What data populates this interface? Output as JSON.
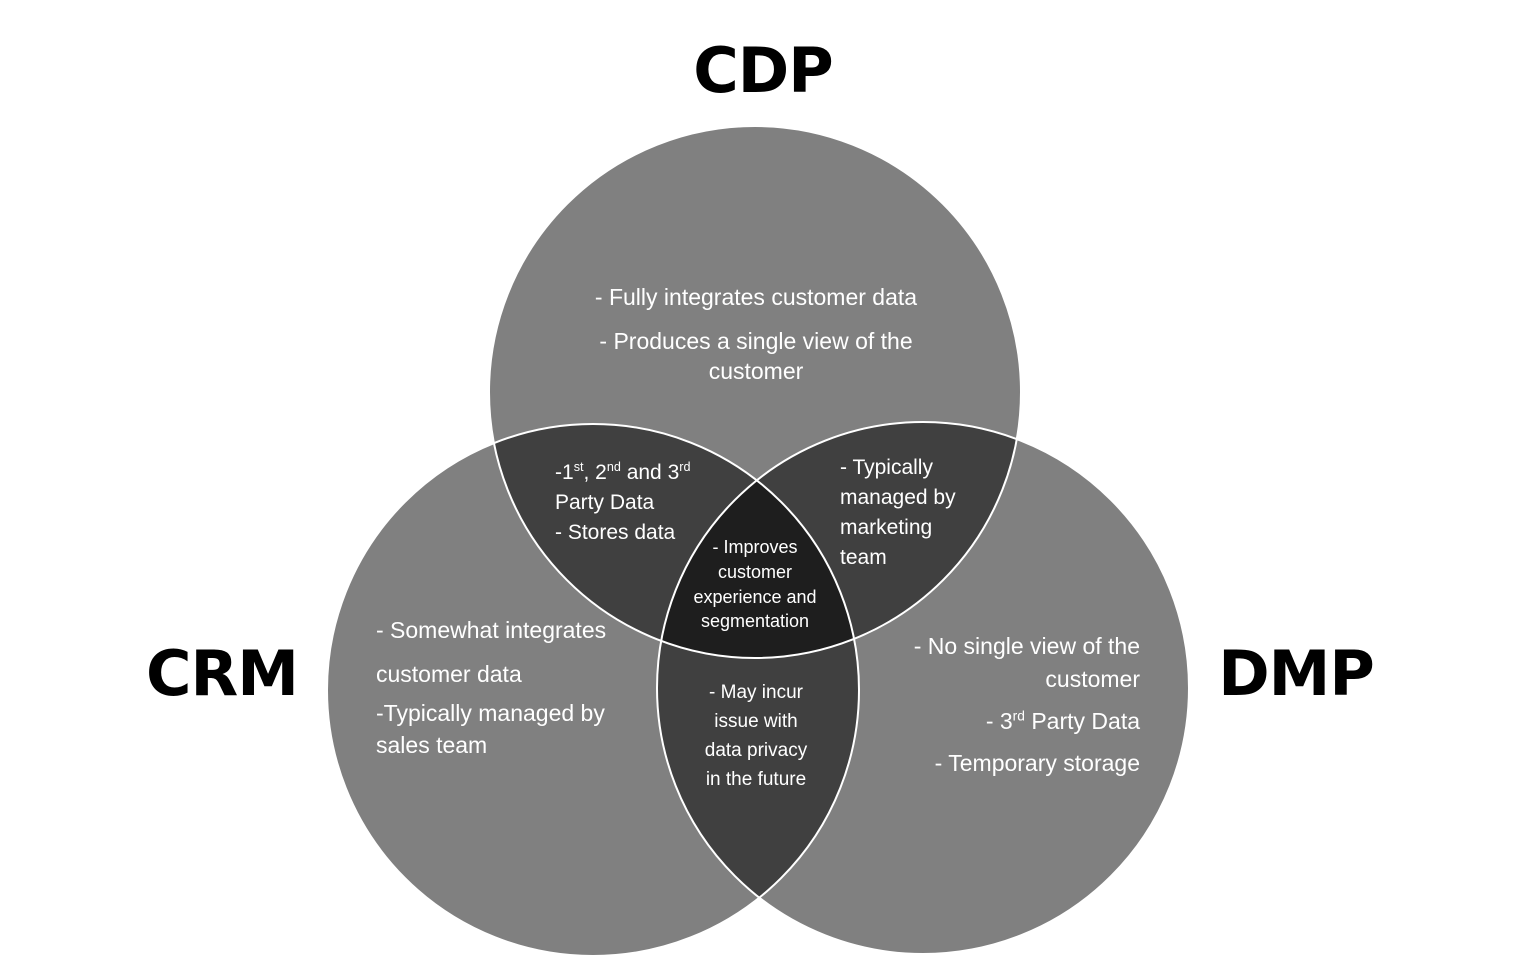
{
  "labels": {
    "cdp": "CDP",
    "crm": "CRM",
    "dmp": "DMP"
  },
  "colors": {
    "single": "#808080",
    "double": "#404040",
    "triple": "#1e1e1e",
    "outline": "#ffffff",
    "text": "#ffffff"
  },
  "regions": {
    "cdp_only": {
      "line1": "- Fully integrates customer data",
      "line2": "- Produces a single view of the customer"
    },
    "cdp_crm": {
      "line1_pre": "-1",
      "line1_sup1": "st",
      "line1_mid1": ", 2",
      "line1_sup2": "nd",
      "line1_mid2": " and 3",
      "line1_sup3": "rd",
      "line2": "Party Data",
      "line3": "- Stores data"
    },
    "cdp_dmp": {
      "text": "- Typically managed by marketing team"
    },
    "center": {
      "text": "- Improves customer experience and segmentation"
    },
    "crm_only": {
      "line1": "- Somewhat integrates customer data",
      "line2": "-Typically managed by sales team"
    },
    "crm_dmp": {
      "text": "- May incur issue with data privacy in the future"
    },
    "dmp_only": {
      "line1": "- No single view of the customer",
      "line2_pre": "- 3",
      "line2_sup": "rd",
      "line2_post": " Party Data",
      "line3": "- Temporary storage"
    }
  }
}
